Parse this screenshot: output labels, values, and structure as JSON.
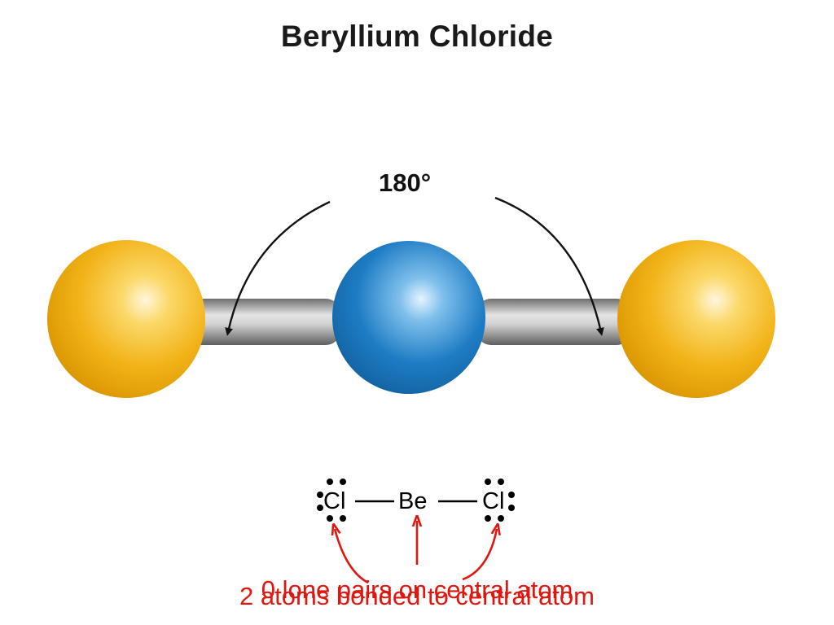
{
  "title": "Beryllium Chloride",
  "bond_angle": "180°",
  "lewis": {
    "left": "Cl",
    "center": "Be",
    "right": "Cl"
  },
  "annotations": {
    "lone_pairs": "0 lone pairs on central atom",
    "bonded_atoms": "2 atoms bonded to central atom"
  },
  "colors": {
    "chlorine": "#f2b319",
    "beryllium": "#1e7cc4",
    "bond": "#9a9a9a",
    "annotation": "#e0160f"
  }
}
